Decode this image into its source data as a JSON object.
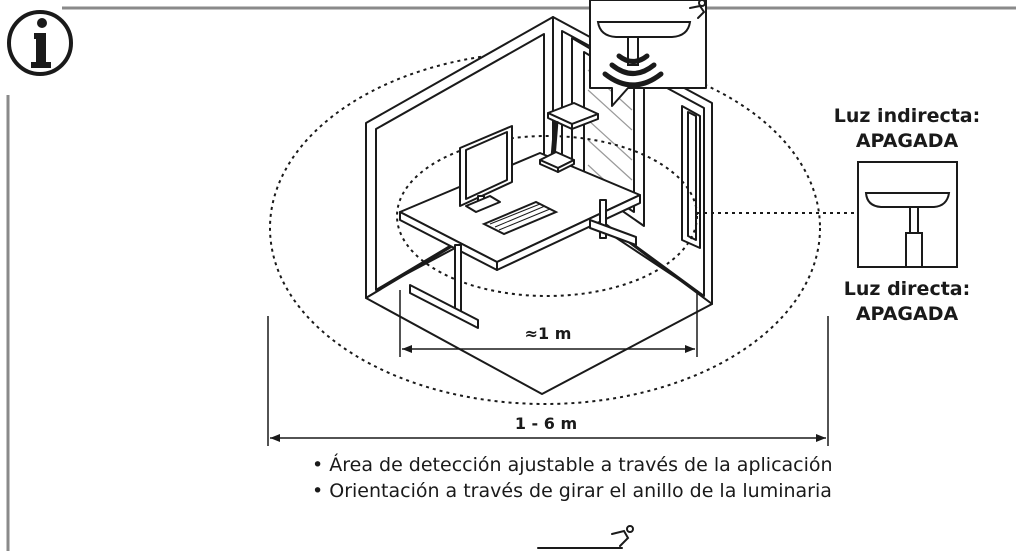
{
  "info_icon": "info-circle-icon",
  "indirect_light": {
    "line1": "Luz indirecta:",
    "line2": "APAGADA"
  },
  "direct_light": {
    "line1": "Luz directa:",
    "line2": "APAGADA"
  },
  "inner_range": "≈1 m",
  "outer_range": "1 - 6 m",
  "bullets": [
    "Área de detección ajustable a través de la aplicación",
    "Orientación a través de girar el anillo de la luminaria"
  ],
  "colors": {
    "line": "#1a1a1a",
    "frame": "#8a8a8a"
  }
}
